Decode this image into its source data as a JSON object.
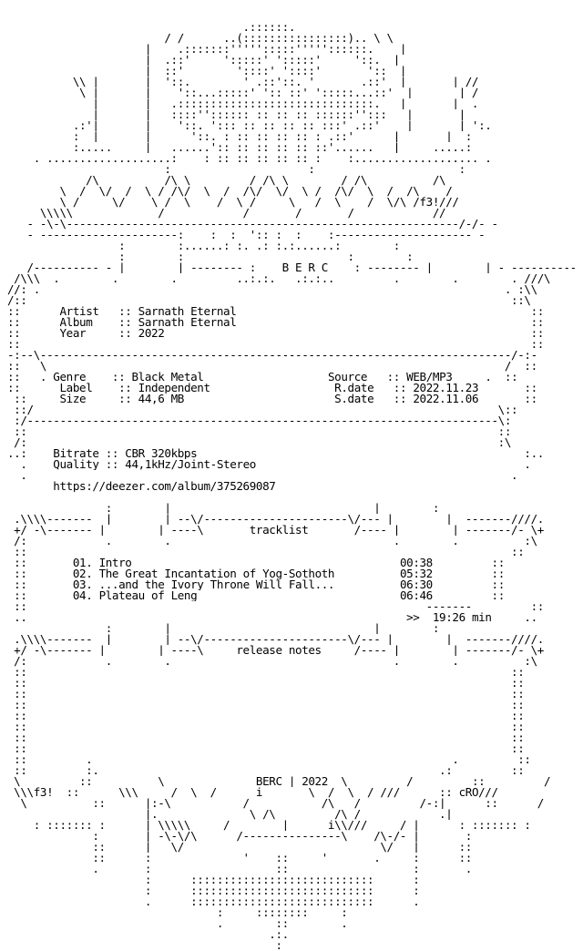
{
  "nfo": {
    "group": "B E R C",
    "info": {
      "artist_label": "Artist",
      "artist": "Sarnath Eternal",
      "album_label": "Album",
      "album": "Sarnath Eternal",
      "year_label": "Year",
      "year": "2022",
      "genre_label": "Genre",
      "genre": "Black Metal",
      "label_label": "Label",
      "label": "Independent",
      "size_label": "Size",
      "size": "44,6 MB",
      "source_label": "Source",
      "source": "WEB/MP3",
      "rdate_label": "R.date",
      "rdate": "2022.11.23",
      "sdate_label": "S.date",
      "sdate": "2022.11.06",
      "bitrate_label": "Bitrate",
      "bitrate": "CBR 320kbps",
      "quality_label": "Quality",
      "quality": "44,1kHz/Joint-Stereo",
      "url": "https://deezer.com/album/375269087"
    },
    "tracklist_header": "tracklist",
    "tracks": [
      {
        "num": "01.",
        "title": "Intro",
        "time": "00:38"
      },
      {
        "num": "02.",
        "title": "The Great Incantation of Yog-Sothoth",
        "time": "05:32"
      },
      {
        "num": "03.",
        "title": "...and the Ivory Throne Will Fall...",
        "time": "06:30"
      },
      {
        "num": "04.",
        "title": "Plateau of Leng",
        "time": "06:46"
      }
    ],
    "total_marker": ">>",
    "total": "19:26 min",
    "release_notes_header": "release notes",
    "footer_credit": "BERC | 2022",
    "artist_tag_left": "f3!",
    "artist_tag_right": "cRO"
  }
}
